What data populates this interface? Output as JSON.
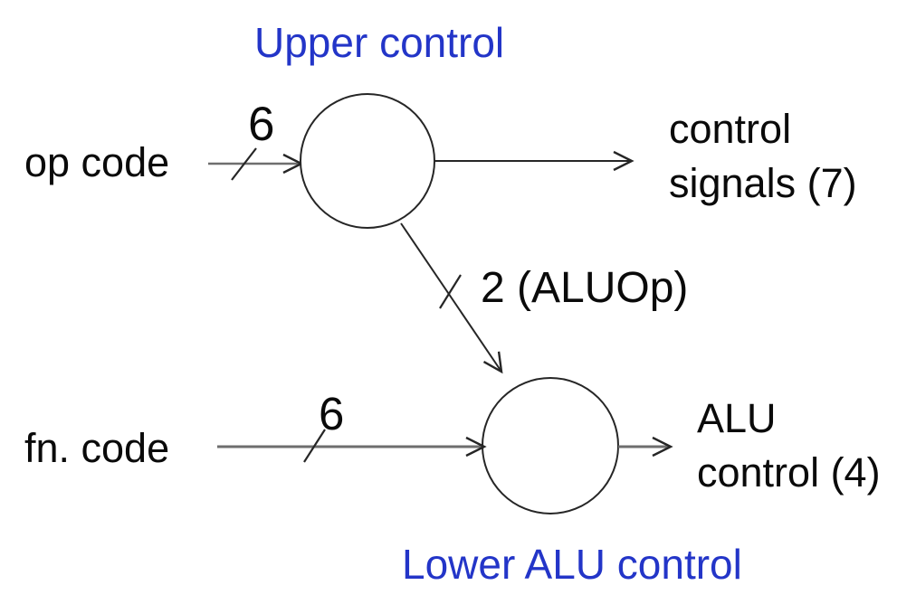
{
  "colors": {
    "blue": "#2335c8",
    "dark_line": "#262626",
    "gray_line": "#6e6e6e"
  },
  "labels": {
    "upper_control": "Upper control",
    "lower_control": "Lower ALU control",
    "op_code": "op code",
    "fn_code": "fn. code",
    "op_bus_width": "6",
    "fn_bus_width": "6",
    "aluop_bus": "2 (ALUOp)",
    "control_signals": {
      "line1": "control",
      "line2": "signals (7)"
    },
    "alu_control": {
      "line1": "ALU",
      "line2": "control (4)"
    }
  }
}
